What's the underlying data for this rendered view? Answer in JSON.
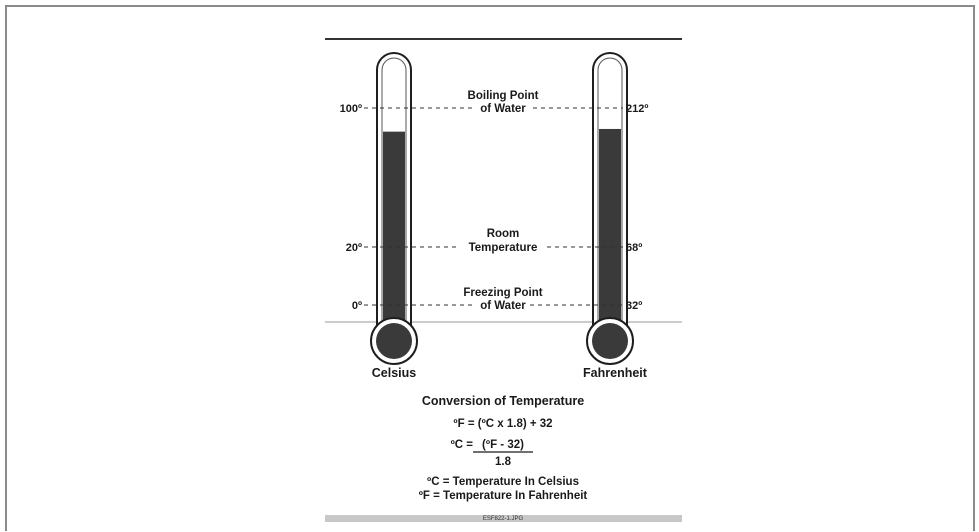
{
  "figure": {
    "thermometers": [
      {
        "scale_label": "Celsius",
        "fill_level": 0.77
      },
      {
        "scale_label": "Fahrenheit",
        "fill_level": 0.78
      }
    ],
    "reference_points": [
      {
        "name": "boiling",
        "line1": "Boiling Point",
        "line2": "of Water",
        "celsius": "100º",
        "fahrenheit": "212º"
      },
      {
        "name": "room",
        "line1": "Room",
        "line2": "Temperature",
        "celsius": "20º",
        "fahrenheit": "68º"
      },
      {
        "name": "freezing",
        "line1": "Freezing Point",
        "line2": "of Water",
        "celsius": "0º",
        "fahrenheit": "32º"
      }
    ],
    "conversion": {
      "title": "Conversion of Temperature",
      "formula_f": "ºF = (ºC x 1.8) + 32",
      "formula_c_lhs": "ºC = ",
      "formula_c_numerator": "(ºF - 32)",
      "formula_c_denominator": "1.8",
      "legend_c": "ºC = Temperature In Celsius",
      "legend_f": "ºF = Temperature In Fahrenheit"
    },
    "file_label": "ESF822-1.JPG"
  }
}
